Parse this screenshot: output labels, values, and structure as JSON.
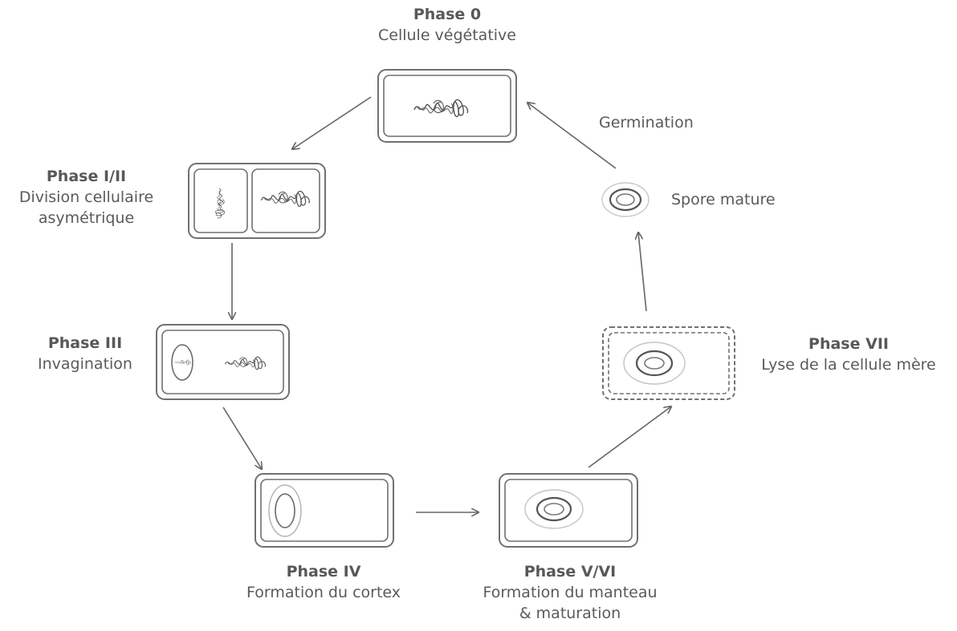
{
  "colors": {
    "outline": "#707070",
    "arrow": "#666666",
    "text": "#5a5a5a",
    "spore_light": "#bdbdbd",
    "spore_dark": "#555555"
  },
  "phases": {
    "phase0": {
      "title": "Phase 0",
      "desc": "Cellule végétative"
    },
    "phase1": {
      "title": "Phase I/II",
      "desc_lines": [
        "Division cellulaire",
        "asymétrique"
      ]
    },
    "phase3": {
      "title": "Phase III",
      "desc": "Invagination"
    },
    "phase4": {
      "title": "Phase IV",
      "desc": "Formation du cortex"
    },
    "phase5": {
      "title": "Phase V/VI",
      "desc_lines": [
        "Formation du manteau",
        "& maturation"
      ]
    },
    "phase7": {
      "title": "Phase VII",
      "desc": "Lyse de la cellule mère"
    }
  },
  "mature_spore_label": "Spore mature",
  "germination_label": "Germination"
}
